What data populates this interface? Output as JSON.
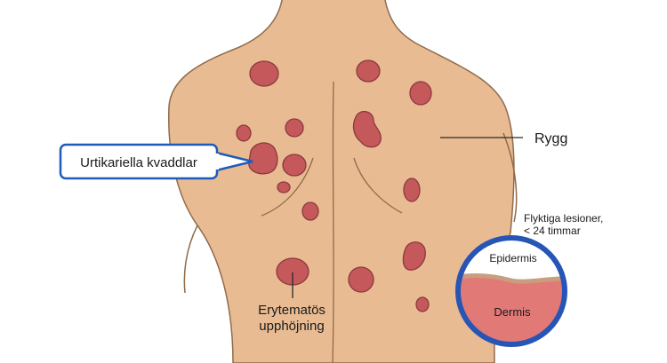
{
  "labels": {
    "wheals": "Urtikariella kvaddlar",
    "back": "Rygg",
    "transient": [
      "Flyktiga lesioner,",
      "< 24 timmar"
    ],
    "erythema": [
      "Erytematös",
      "upphöjning"
    ],
    "epidermis": "Epidermis",
    "dermis": "Dermis"
  },
  "colors": {
    "skin": "#e9bb93",
    "skin_outline": "#8f6b4c",
    "lesion": "#c4585a",
    "lesion_outline": "#8a3a3c",
    "callout_border": "#1f5bb8",
    "inset_ring": "#2655b6",
    "dermis": "#e17a76",
    "epidermis_band": "#c99d80"
  }
}
